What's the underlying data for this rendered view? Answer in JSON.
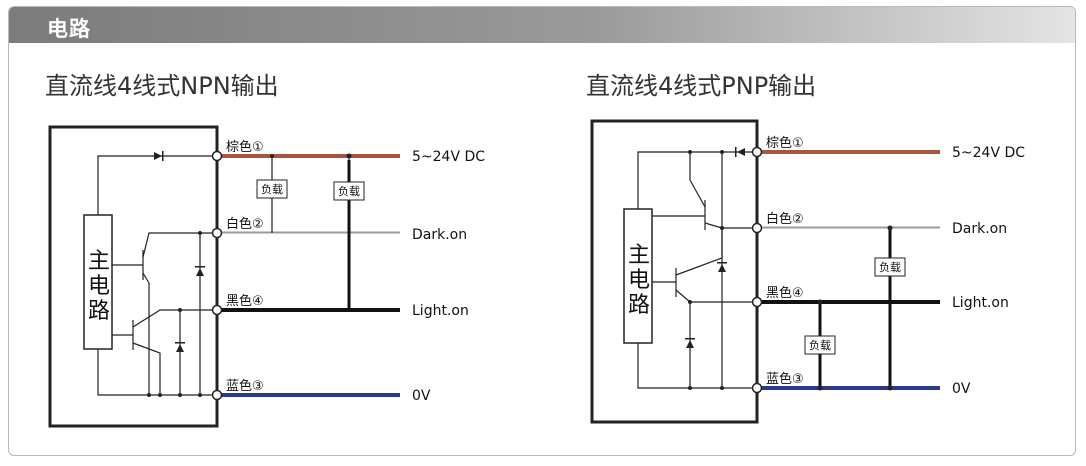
{
  "header": {
    "title": "电路"
  },
  "diagrams": [
    {
      "title": "直流线4线式NPN输出",
      "main_circuit_label": [
        "主",
        "电",
        "路"
      ],
      "wires": [
        {
          "label": "棕色①",
          "end_label": "5~24V DC",
          "color": "#a9543f"
        },
        {
          "label": "白色②",
          "end_label": "Dark.on",
          "color": "#9a9a9a"
        },
        {
          "label": "黑色④",
          "end_label": "Light.on",
          "color": "#111111"
        },
        {
          "label": "蓝色③",
          "end_label": "0V",
          "color": "#2a3b8f"
        }
      ],
      "loads": [
        "负载",
        "负载"
      ]
    },
    {
      "title": "直流线4线式PNP输出",
      "main_circuit_label": [
        "主",
        "电",
        "路"
      ],
      "wires": [
        {
          "label": "棕色①",
          "end_label": "5~24V DC",
          "color": "#a9543f"
        },
        {
          "label": "白色②",
          "end_label": "Dark.on",
          "color": "#9a9a9a"
        },
        {
          "label": "黑色④",
          "end_label": "Light.on",
          "color": "#111111"
        },
        {
          "label": "蓝色③",
          "end_label": "0V",
          "color": "#2a3b8f"
        }
      ],
      "loads": [
        "负载",
        "负载"
      ]
    }
  ]
}
